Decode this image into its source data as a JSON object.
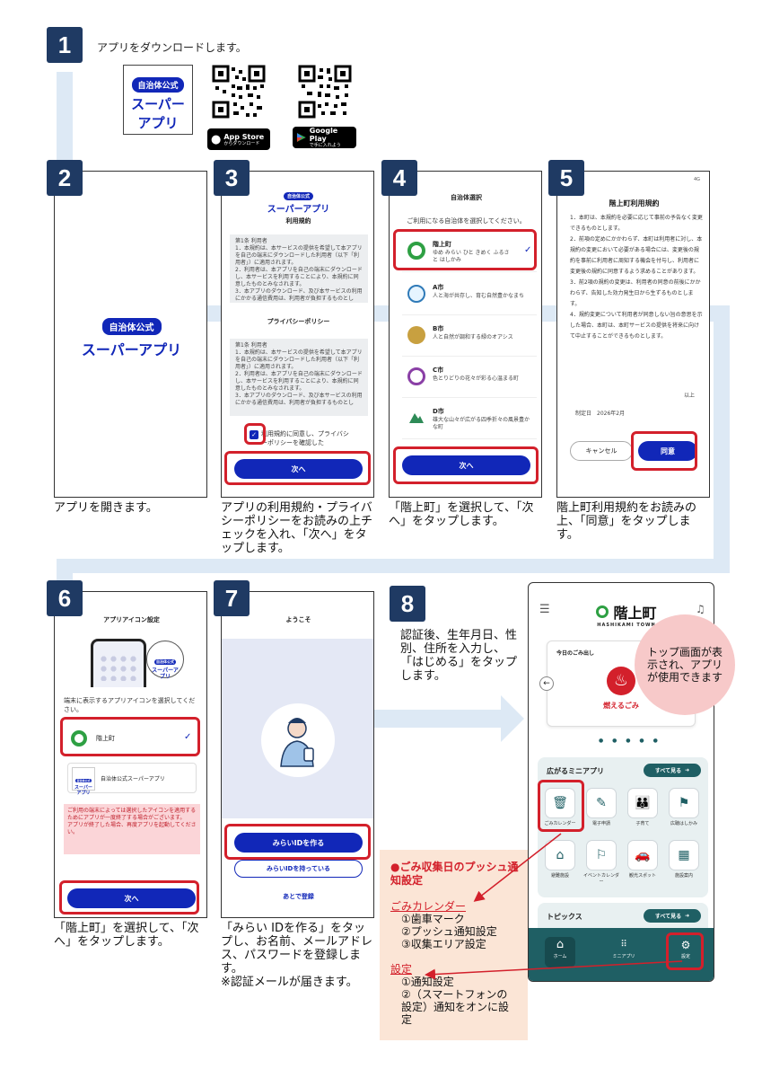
{
  "step1": {
    "badge": "1",
    "text": "アプリをダウンロードします。",
    "logo_pill": "自治体公式",
    "logo_line1": "スーパー",
    "logo_line2": "アプリ",
    "appstore_main": "App Store",
    "appstore_sub": "からダウンロード",
    "googleplay_main": "Google Play",
    "googleplay_sub": "で手に入れよう"
  },
  "step2": {
    "badge": "2",
    "logo_pill": "自治体公式",
    "logo_text": "スーパーアプリ",
    "caption": "アプリを開きます。"
  },
  "step3": {
    "badge": "3",
    "logo_pill": "自治体公式",
    "logo_text": "スーパーアプリ",
    "heading1": "利用規約",
    "terms_text": "第1条 利用者\n1．本規約は、本サービスの提供を希望して本アプリを自己の端末にダウンロードした利用者（以下「利用者」）に適用されます。\n2．利用者は、本アプリを自己の端末にダウンロードし、本サービスを利用することにより、本規約に同意したものとみなされます。\n3．本アプリのダウンロード、及び本サービスの利用にかかる通信費用は、利用者が負担するものとし",
    "heading2": "プライバシーポリシー",
    "privacy_text": "第1条 利用者\n1．本規約は、本サービスの提供を希望して本アプリを自己の端末にダウンロードした利用者（以下「利用者」）に適用されます。\n2．利用者は、本アプリを自己の端末にダウンロードし、本サービスを利用することにより、本規約に同意したものとみなされます。\n3．本アプリのダウンロード、及び本サービスの利用にかかる通信費用は、利用者が負担するものとし",
    "agree_text": "利用規約に同意し、プライバシーポリシーを確認した",
    "next_button": "次へ",
    "caption": "アプリの利用規約・プライバシーポリシーをお読みの上チェックを入れ、「次へ」をタップします。"
  },
  "step4": {
    "badge": "4",
    "title": "自治体選択",
    "subtitle": "ご利用になる自治体を選択してください。",
    "items": [
      {
        "name": "階上町",
        "desc": "ゆめ みらい ひと きめく ふるさと はしかみ"
      },
      {
        "name": "A市",
        "desc": "人と海が共存し、育む自然豊かなまち"
      },
      {
        "name": "B市",
        "desc": "人と自然が調和する緑のオアシス"
      },
      {
        "name": "C市",
        "desc": "色とりどりの花々が彩る心温まる町"
      },
      {
        "name": "D市",
        "desc": "雄大な山々が広がる四季折々の風景豊かな町"
      }
    ],
    "next_button": "次へ",
    "caption": "「階上町」を選択して、「次へ」をタップします。"
  },
  "step5": {
    "badge": "5",
    "status": "4G",
    "title": "階上町利用規約",
    "body": "1．本町は、本規約を必要に応じて事前の予告なく変更できるものとします。\n2．前項の定めにかかわらず、本町は利用者に対し、本規約の変更において必要がある場合には、変更後の規約を事前に利用者に周知する機会を付与し、利用者に変更後の規約に同意するよう求めることがあります。\n3．前2項の規約の変更は、利用者の同意の前後にかかわらず、告知した効力発生日から生ずるものとします。\n4．規約変更について利用者が同意しない旨の意思を示した場合、本町は、本町サービスの提供を将来に向けて中止することができるものとします。",
    "end_mark": "以上",
    "date_text": "制定日　2026年2月",
    "cancel_button": "キャンセル",
    "agree_button": "同意",
    "caption": "階上町利用規約をお読みの上、「同意」をタップします。"
  },
  "step6": {
    "badge": "6",
    "title": "アプリアイコン設定",
    "bubble_pill": "自治体公式",
    "bubble_text": "スーパーアプリ",
    "desc": "端末に表示するアプリアイコンを選択してください。",
    "option1": "階上町",
    "option2": "自治体公式スーパーアプリ",
    "option2_pill": "自治体公式",
    "option2_logo": "スーパーアプリ",
    "warning": "ご利用の端末によっては選択したアイコンを適用するためにアプリが一度終了する場合がございます。\nアプリが終了した場合、再度アプリを起動してください。",
    "next_button": "次へ",
    "caption": "「階上町」を選択して、「次へ」をタップします。"
  },
  "step7": {
    "badge": "7",
    "title": "ようこそ",
    "create_button": "みらいIDを作る",
    "have_button": "みらいIDを持っている",
    "later": "あとで登録",
    "caption": "「みらい IDを作る」をタップし、お名前、メールアドレス、パスワードを登録します。\n※認証メールが届きます。"
  },
  "step8": {
    "badge": "8",
    "text": "認証後、生年月日、性別、住所を入力し、「はじめる」をタップします。"
  },
  "home": {
    "town_name": "階上町",
    "town_en": "HASHIKAMI TOWN",
    "today_garbage": "今日のごみ出し",
    "burnable": "燃えるごみ",
    "miniapp_title": "広がるミニアプリ",
    "see_all": "すべて見る",
    "tiles": [
      {
        "label": "ごみカレンダー"
      },
      {
        "label": "電子申請"
      },
      {
        "label": "子育て"
      },
      {
        "label": "広聴はしかみ"
      },
      {
        "label": "避難施設"
      },
      {
        "label": "イベントカレンダー"
      },
      {
        "label": "観光スポット"
      },
      {
        "label": "施設案内"
      }
    ],
    "topics_title": "トピックス",
    "topics_see_all": "すべて見る",
    "nav": [
      {
        "label": "ホーム"
      },
      {
        "label": "ミニアプリ"
      },
      {
        "label": "設定"
      }
    ]
  },
  "callout": "トップ画面が表示され、アプリが使用できます",
  "annotation": {
    "title": "●ごみ収集日のプッシュ通知設定",
    "cal_heading": "ごみカレンダー",
    "cal_items": [
      "①歯車マーク",
      "②プッシュ通知設定",
      "③収集エリア設定"
    ],
    "set_heading": "設定",
    "set_items": [
      "①通知設定",
      "②（スマートフォンの設定）通知をオンに設定"
    ]
  },
  "colors": {
    "navy": "#1f3a63",
    "blue": "#1127b8",
    "red": "#d3202b",
    "teal": "#1f5f64",
    "flow": "#dde9f5",
    "annot_bg": "#fbe5d6"
  }
}
